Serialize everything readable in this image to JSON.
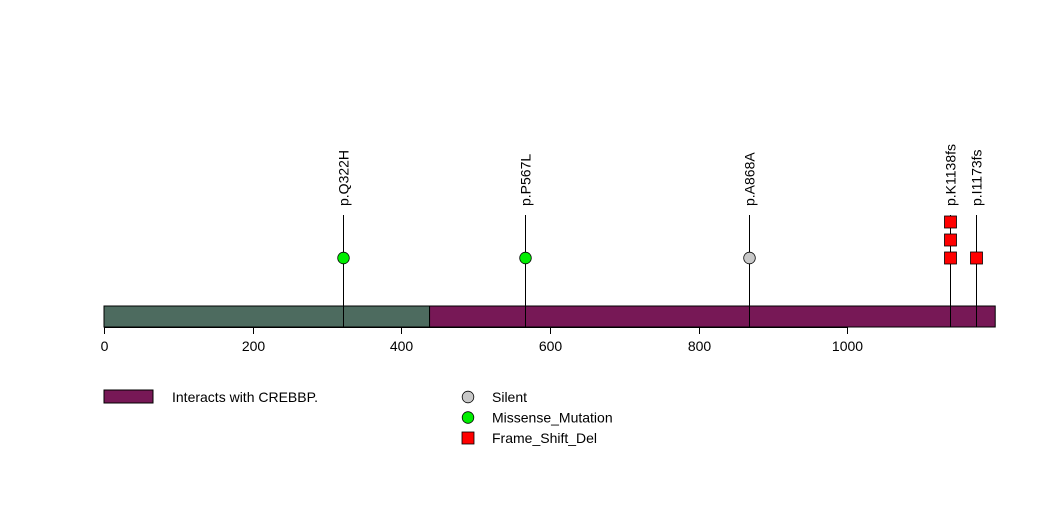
{
  "chart_data": {
    "type": "scatter",
    "xlim": [
      0,
      1200
    ],
    "x_ticks": [
      0,
      200,
      400,
      600,
      800,
      1000
    ],
    "x_tick_labels": [
      "0",
      "200",
      "400",
      "600",
      "800",
      "1000"
    ],
    "protein_length": 1199,
    "domains": [
      {
        "start": 0,
        "end": 438,
        "color": "#4d6b5f",
        "label": ""
      },
      {
        "start": 438,
        "end": 1199,
        "color": "#771856",
        "label": "Interacts with CREBBP."
      }
    ],
    "mutations": [
      {
        "position": 322,
        "label": "p.Q322H",
        "type": "Missense_Mutation",
        "count": 1
      },
      {
        "position": 567,
        "label": "p.P567L",
        "type": "Missense_Mutation",
        "count": 1
      },
      {
        "position": 868,
        "label": "p.A868A",
        "type": "Silent",
        "count": 1
      },
      {
        "position": 1138,
        "label": "p.K1138fs",
        "type": "Frame_Shift_Del",
        "count": 3
      },
      {
        "position": 1173,
        "label": "p.I1173fs",
        "type": "Frame_Shift_Del",
        "count": 1
      }
    ],
    "legend": {
      "domain_entries": [
        {
          "label": "Interacts with CREBBP.",
          "color": "#771856"
        }
      ],
      "mutation_entries": [
        {
          "label": "Silent",
          "shape": "circle",
          "color": "#c8c8c8"
        },
        {
          "label": "Missense_Mutation",
          "shape": "circle",
          "color": "#00ee00"
        },
        {
          "label": "Frame_Shift_Del",
          "shape": "square",
          "color": "#ff0000"
        }
      ]
    }
  }
}
